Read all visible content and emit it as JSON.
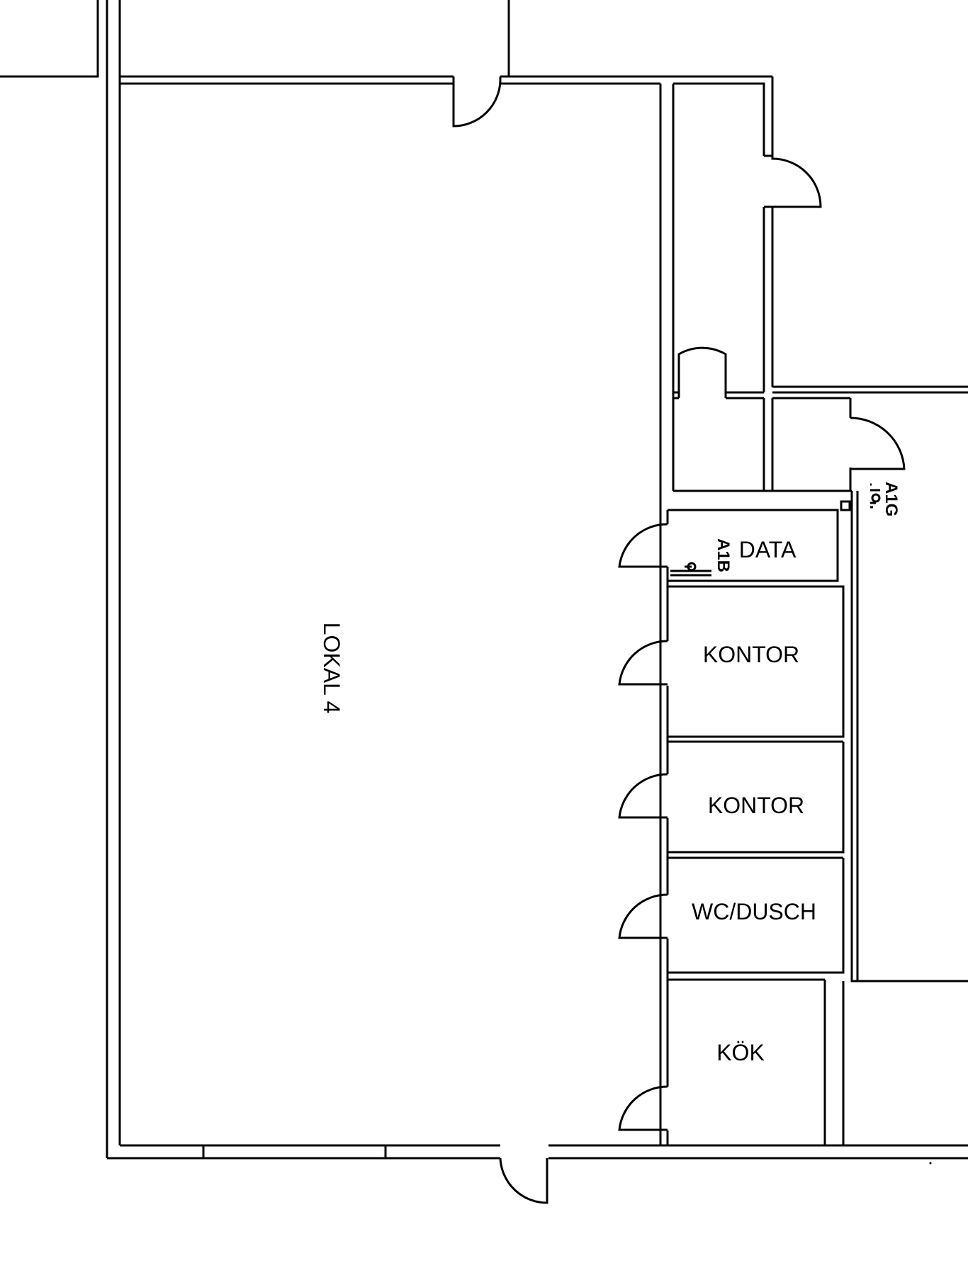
{
  "rooms": {
    "lokal": "LOKAL 4",
    "data": "DATA",
    "kontor_1": "KONTOR",
    "kontor_2": "KONTOR",
    "wc": "WC/DUSCH",
    "kok": "KÖK"
  },
  "markers": {
    "a1b": "A1B",
    "a1g": "A1G"
  },
  "icons": {
    "door": "door-swing-icon",
    "outlet": "outlet-symbol-icon"
  }
}
